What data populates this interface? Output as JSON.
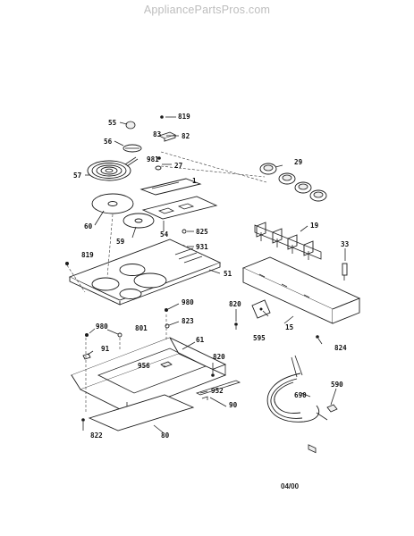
{
  "watermark": "AppliancePartsPros.com",
  "date_code": "04/00",
  "callouts": {
    "p55": "55",
    "p819a": "819",
    "p83": "83",
    "p82": "82",
    "p56": "56",
    "p57": "57",
    "p981": "981",
    "p27": "27",
    "p29": "29",
    "p1": "1",
    "p60": "60",
    "p59": "59",
    "p54": "54",
    "p825": "825",
    "p19": "19",
    "p931": "931",
    "p33": "33",
    "p819b": "819",
    "p51": "51",
    "p820a": "820",
    "p980a": "980",
    "p823": "823",
    "p15": "15",
    "p595": "595",
    "p980b": "980",
    "p801": "801",
    "p824": "824",
    "p91": "91",
    "p61": "61",
    "p820b": "820",
    "p956": "956",
    "p590": "590",
    "p690": "690",
    "p952": "952",
    "p90": "90",
    "p822": "822",
    "p80": "80"
  }
}
